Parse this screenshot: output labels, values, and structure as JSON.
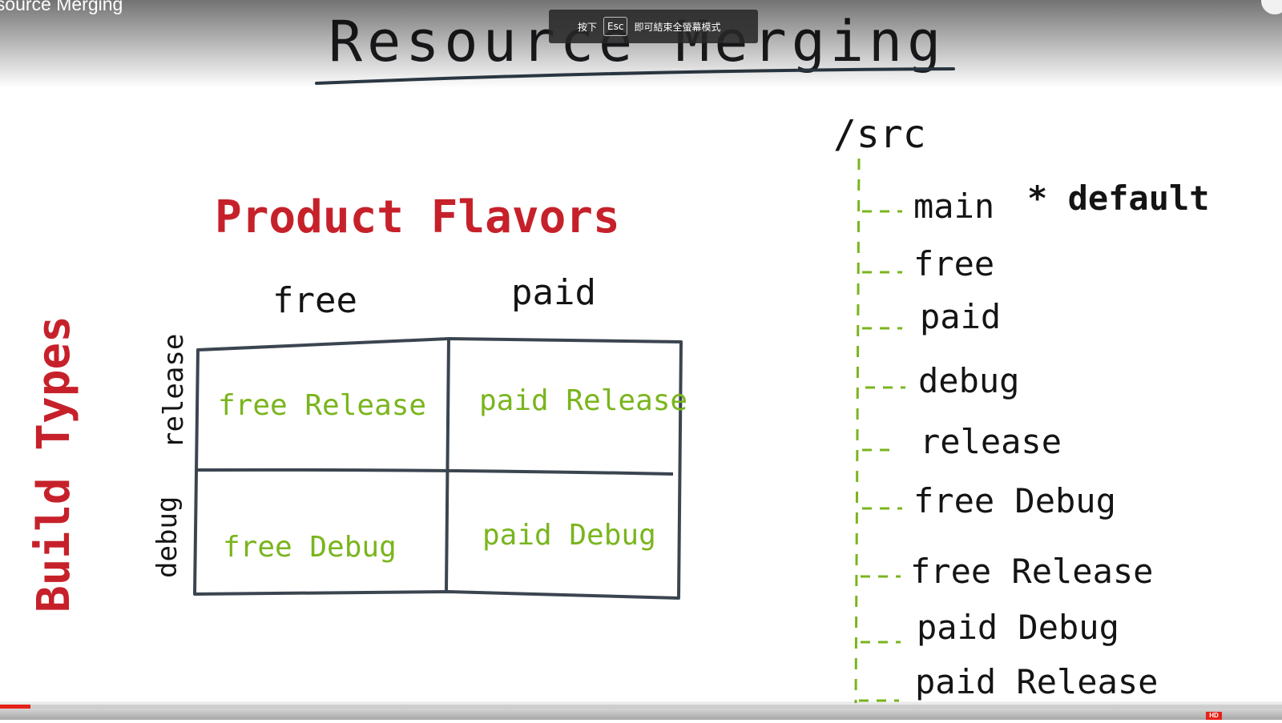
{
  "video": {
    "title": "esource Merging",
    "progress_percent": 2.4,
    "hd_badge": "HD"
  },
  "fullscreen_toast": {
    "prefix": "按下",
    "key": "Esc",
    "suffix": "即可結束全螢幕模式"
  },
  "whiteboard": {
    "title": "Resource Merging",
    "product_flavors_label": "Product Flavors",
    "build_types_label": "Build Types",
    "flavor_columns": [
      "free",
      "paid"
    ],
    "build_type_rows": [
      "release",
      "debug"
    ],
    "matrix_cells": [
      [
        "free Release",
        "paid Release"
      ],
      [
        "free Debug",
        "paid Debug"
      ]
    ],
    "src_root": "/src",
    "default_marker": "* default",
    "src_tree": [
      "main",
      "free",
      "paid",
      "debug",
      "release",
      "free Debug",
      "free Release",
      "paid Debug",
      "paid Release"
    ]
  },
  "colors": {
    "title_ink": "#1e1f22",
    "red_ink": "#c6212a",
    "green_ink": "#7ab51e",
    "black_ink": "#141414",
    "grid_ink": "#3b4550",
    "progress_red": "#e62117"
  }
}
